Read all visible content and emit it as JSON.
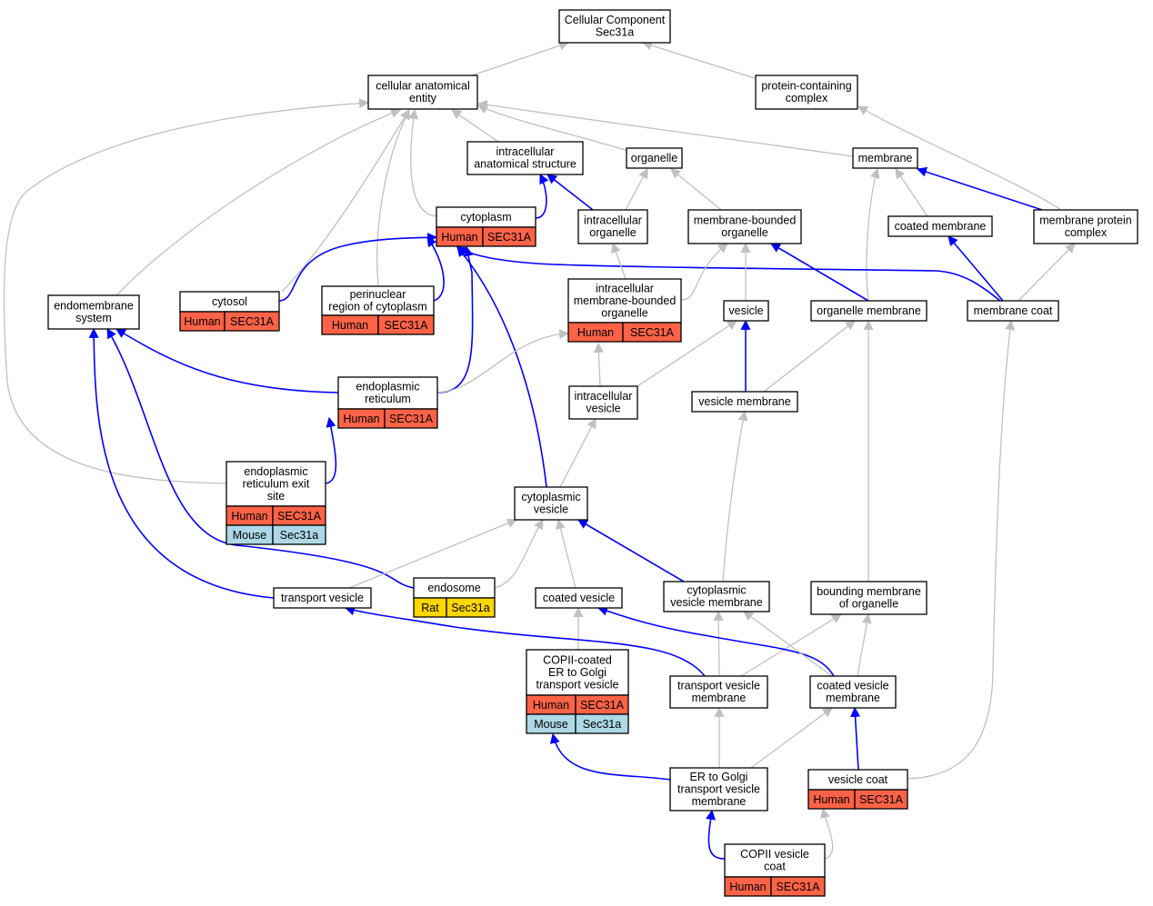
{
  "colors": {
    "human": "#ff6347",
    "mouse": "#add8e6",
    "rat": "#ffd700",
    "edge_direct": "#0000ff",
    "edge_inherited": "#c0c0c0",
    "node_border": "#000000",
    "node_fill": "#ffffff"
  },
  "nodes": [
    {
      "id": "cc",
      "lines": [
        "Cellular Component",
        "Sec31a"
      ],
      "rows": []
    },
    {
      "id": "cae",
      "lines": [
        "cellular anatomical",
        "entity"
      ],
      "rows": []
    },
    {
      "id": "pcc",
      "lines": [
        "protein-containing",
        "complex"
      ],
      "rows": []
    },
    {
      "id": "ias",
      "lines": [
        "intracellular",
        "anatomical structure"
      ],
      "rows": []
    },
    {
      "id": "org",
      "lines": [
        "organelle"
      ],
      "rows": []
    },
    {
      "id": "mem",
      "lines": [
        "membrane"
      ],
      "rows": []
    },
    {
      "id": "cyto",
      "lines": [
        "cytoplasm"
      ],
      "rows": [
        [
          "Human",
          "SEC31A"
        ]
      ]
    },
    {
      "id": "iorg",
      "lines": [
        "intracellular",
        "organelle"
      ],
      "rows": []
    },
    {
      "id": "mbo",
      "lines": [
        "membrane-bounded",
        "organelle"
      ],
      "rows": []
    },
    {
      "id": "cm",
      "lines": [
        "coated membrane"
      ],
      "rows": []
    },
    {
      "id": "mpc",
      "lines": [
        "membrane protein",
        "complex"
      ],
      "rows": []
    },
    {
      "id": "ems",
      "lines": [
        "endomembrane",
        "system"
      ],
      "rows": []
    },
    {
      "id": "cytosol",
      "lines": [
        "cytosol"
      ],
      "rows": [
        [
          "Human",
          "SEC31A"
        ]
      ]
    },
    {
      "id": "perinuc",
      "lines": [
        "perinuclear",
        "region of cytoplasm"
      ],
      "rows": [
        [
          "Human",
          "SEC31A"
        ]
      ]
    },
    {
      "id": "imbo",
      "lines": [
        "intracellular",
        "membrane-bounded",
        "organelle"
      ],
      "rows": [
        [
          "Human",
          "SEC31A"
        ]
      ]
    },
    {
      "id": "vesicle",
      "lines": [
        "vesicle"
      ],
      "rows": []
    },
    {
      "id": "orgmem",
      "lines": [
        "organelle membrane"
      ],
      "rows": []
    },
    {
      "id": "memcoat",
      "lines": [
        "membrane coat"
      ],
      "rows": []
    },
    {
      "id": "er",
      "lines": [
        "endoplasmic",
        "reticulum"
      ],
      "rows": [
        [
          "Human",
          "SEC31A"
        ]
      ]
    },
    {
      "id": "ivesicle",
      "lines": [
        "intracellular",
        "vesicle"
      ],
      "rows": []
    },
    {
      "id": "vesmem",
      "lines": [
        "vesicle membrane"
      ],
      "rows": []
    },
    {
      "id": "eres",
      "lines": [
        "endoplasmic",
        "reticulum exit",
        "site"
      ],
      "rows": [
        [
          "Human",
          "SEC31A"
        ],
        [
          "Mouse",
          "Sec31a"
        ]
      ]
    },
    {
      "id": "cytves",
      "lines": [
        "cytoplasmic",
        "vesicle"
      ],
      "rows": []
    },
    {
      "id": "endosome",
      "lines": [
        "endosome"
      ],
      "rows": [
        [
          "Rat",
          "Sec31a"
        ]
      ]
    },
    {
      "id": "transves",
      "lines": [
        "transport vesicle"
      ],
      "rows": []
    },
    {
      "id": "coatves",
      "lines": [
        "coated vesicle"
      ],
      "rows": []
    },
    {
      "id": "cvm",
      "lines": [
        "cytoplasmic",
        "vesicle membrane"
      ],
      "rows": []
    },
    {
      "id": "bmo",
      "lines": [
        "bounding membrane",
        "of organelle"
      ],
      "rows": []
    },
    {
      "id": "copii",
      "lines": [
        "COPII-coated",
        "ER to Golgi",
        "transport vesicle"
      ],
      "rows": [
        [
          "Human",
          "SEC31A"
        ],
        [
          "Mouse",
          "Sec31a"
        ]
      ]
    },
    {
      "id": "tvm",
      "lines": [
        "transport vesicle",
        "membrane"
      ],
      "rows": []
    },
    {
      "id": "cvmem",
      "lines": [
        "coated vesicle",
        "membrane"
      ],
      "rows": []
    },
    {
      "id": "erg",
      "lines": [
        "ER to Golgi",
        "transport vesicle",
        "membrane"
      ],
      "rows": []
    },
    {
      "id": "vcoat",
      "lines": [
        "vesicle coat"
      ],
      "rows": [
        [
          "Human",
          "SEC31A"
        ]
      ]
    },
    {
      "id": "copiicoat",
      "lines": [
        "COPII vesicle",
        "coat"
      ],
      "rows": [
        [
          "Human",
          "SEC31A"
        ]
      ]
    }
  ],
  "edges": [
    {
      "from": "cae",
      "to": "cc",
      "kind": "inherited"
    },
    {
      "from": "pcc",
      "to": "cc",
      "kind": "inherited"
    },
    {
      "from": "ias",
      "to": "cae",
      "kind": "inherited"
    },
    {
      "from": "org",
      "to": "cae",
      "kind": "inherited"
    },
    {
      "from": "mem",
      "to": "cae",
      "kind": "inherited"
    },
    {
      "from": "cyto",
      "to": "cae",
      "kind": "inherited"
    },
    {
      "from": "cytosol",
      "to": "cae",
      "kind": "inherited"
    },
    {
      "from": "perinuc",
      "to": "cae",
      "kind": "inherited"
    },
    {
      "from": "ems",
      "to": "cae",
      "kind": "inherited"
    },
    {
      "from": "eres",
      "to": "cae",
      "kind": "inherited"
    },
    {
      "from": "cyto",
      "to": "ias",
      "kind": "direct"
    },
    {
      "from": "iorg",
      "to": "ias",
      "kind": "direct"
    },
    {
      "from": "iorg",
      "to": "org",
      "kind": "inherited"
    },
    {
      "from": "mbo",
      "to": "org",
      "kind": "inherited"
    },
    {
      "from": "cm",
      "to": "mem",
      "kind": "inherited"
    },
    {
      "from": "orgmem",
      "to": "mem",
      "kind": "inherited"
    },
    {
      "from": "mpc",
      "to": "mem",
      "kind": "direct"
    },
    {
      "from": "mpc",
      "to": "pcc",
      "kind": "inherited"
    },
    {
      "from": "cytosol",
      "to": "cyto",
      "kind": "direct"
    },
    {
      "from": "perinuc",
      "to": "cyto",
      "kind": "direct"
    },
    {
      "from": "er",
      "to": "cyto",
      "kind": "direct"
    },
    {
      "from": "cytves",
      "to": "cyto",
      "kind": "direct"
    },
    {
      "from": "memcoat",
      "to": "cyto",
      "kind": "direct"
    },
    {
      "from": "imbo",
      "to": "iorg",
      "kind": "inherited"
    },
    {
      "from": "imbo",
      "to": "mbo",
      "kind": "inherited"
    },
    {
      "from": "vesicle",
      "to": "mbo",
      "kind": "inherited"
    },
    {
      "from": "orgmem",
      "to": "mbo",
      "kind": "direct"
    },
    {
      "from": "memcoat",
      "to": "cm",
      "kind": "direct"
    },
    {
      "from": "memcoat",
      "to": "mpc",
      "kind": "inherited"
    },
    {
      "from": "er",
      "to": "ems",
      "kind": "direct"
    },
    {
      "from": "transves",
      "to": "ems",
      "kind": "direct"
    },
    {
      "from": "endosome",
      "to": "ems",
      "kind": "direct"
    },
    {
      "from": "er",
      "to": "imbo",
      "kind": "inherited"
    },
    {
      "from": "ivesicle",
      "to": "imbo",
      "kind": "inherited"
    },
    {
      "from": "ivesicle",
      "to": "vesicle",
      "kind": "inherited"
    },
    {
      "from": "vesmem",
      "to": "vesicle",
      "kind": "direct"
    },
    {
      "from": "vesmem",
      "to": "orgmem",
      "kind": "inherited"
    },
    {
      "from": "bmo",
      "to": "orgmem",
      "kind": "inherited"
    },
    {
      "from": "eres",
      "to": "er",
      "kind": "direct"
    },
    {
      "from": "cytves",
      "to": "ivesicle",
      "kind": "inherited"
    },
    {
      "from": "cvm",
      "to": "vesmem",
      "kind": "inherited"
    },
    {
      "from": "transves",
      "to": "cytves",
      "kind": "inherited"
    },
    {
      "from": "endosome",
      "to": "cytves",
      "kind": "inherited"
    },
    {
      "from": "coatves",
      "to": "cytves",
      "kind": "inherited"
    },
    {
      "from": "cvm",
      "to": "cytves",
      "kind": "direct"
    },
    {
      "from": "copii",
      "to": "coatves",
      "kind": "inherited"
    },
    {
      "from": "tvm",
      "to": "transves",
      "kind": "direct"
    },
    {
      "from": "tvm",
      "to": "cvm",
      "kind": "inherited"
    },
    {
      "from": "tvm",
      "to": "bmo",
      "kind": "inherited"
    },
    {
      "from": "cvmem",
      "to": "coatves",
      "kind": "direct"
    },
    {
      "from": "cvmem",
      "to": "cvm",
      "kind": "inherited"
    },
    {
      "from": "cvmem",
      "to": "bmo",
      "kind": "inherited"
    },
    {
      "from": "erg",
      "to": "copii",
      "kind": "direct"
    },
    {
      "from": "erg",
      "to": "tvm",
      "kind": "inherited"
    },
    {
      "from": "erg",
      "to": "cvmem",
      "kind": "inherited"
    },
    {
      "from": "vcoat",
      "to": "cvmem",
      "kind": "direct"
    },
    {
      "from": "vcoat",
      "to": "memcoat",
      "kind": "inherited"
    },
    {
      "from": "copiicoat",
      "to": "erg",
      "kind": "direct"
    },
    {
      "from": "copiicoat",
      "to": "vcoat",
      "kind": "inherited"
    }
  ]
}
